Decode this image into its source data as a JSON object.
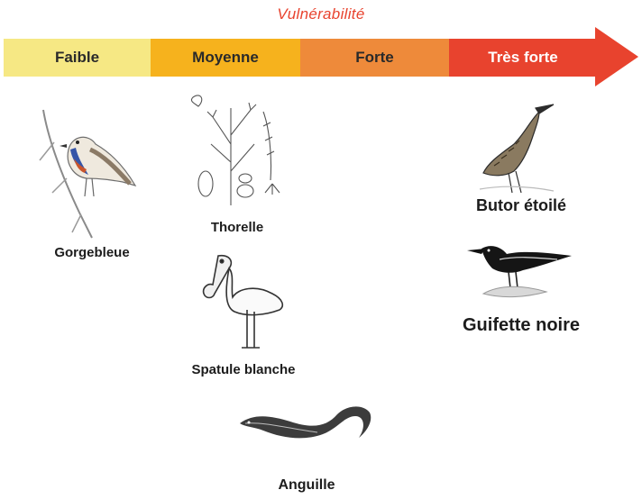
{
  "header": {
    "title": "Vulnérabilité"
  },
  "scale": {
    "levels": [
      {
        "label": "Faible",
        "color": "#f6e884"
      },
      {
        "label": "Moyenne",
        "color": "#f6b21d"
      },
      {
        "label": "Forte",
        "color": "#ee8a3a"
      },
      {
        "label": "Très forte",
        "color": "#e8432e"
      }
    ]
  },
  "species": [
    {
      "name": "Gorgebleue",
      "level": "Faible",
      "icon": "bluethroat-bird-icon"
    },
    {
      "name": "Thorelle",
      "level": "Moyenne",
      "icon": "thorelle-plant-icon"
    },
    {
      "name": "Spatule blanche",
      "level": "Moyenne",
      "icon": "spoonbill-bird-icon"
    },
    {
      "name": "Anguille",
      "level": "Moyenne",
      "icon": "eel-icon"
    },
    {
      "name": "Butor étoilé",
      "level": "Très forte",
      "icon": "bittern-bird-icon"
    },
    {
      "name": "Guifette noire",
      "level": "Très forte",
      "icon": "black-tern-bird-icon"
    }
  ]
}
